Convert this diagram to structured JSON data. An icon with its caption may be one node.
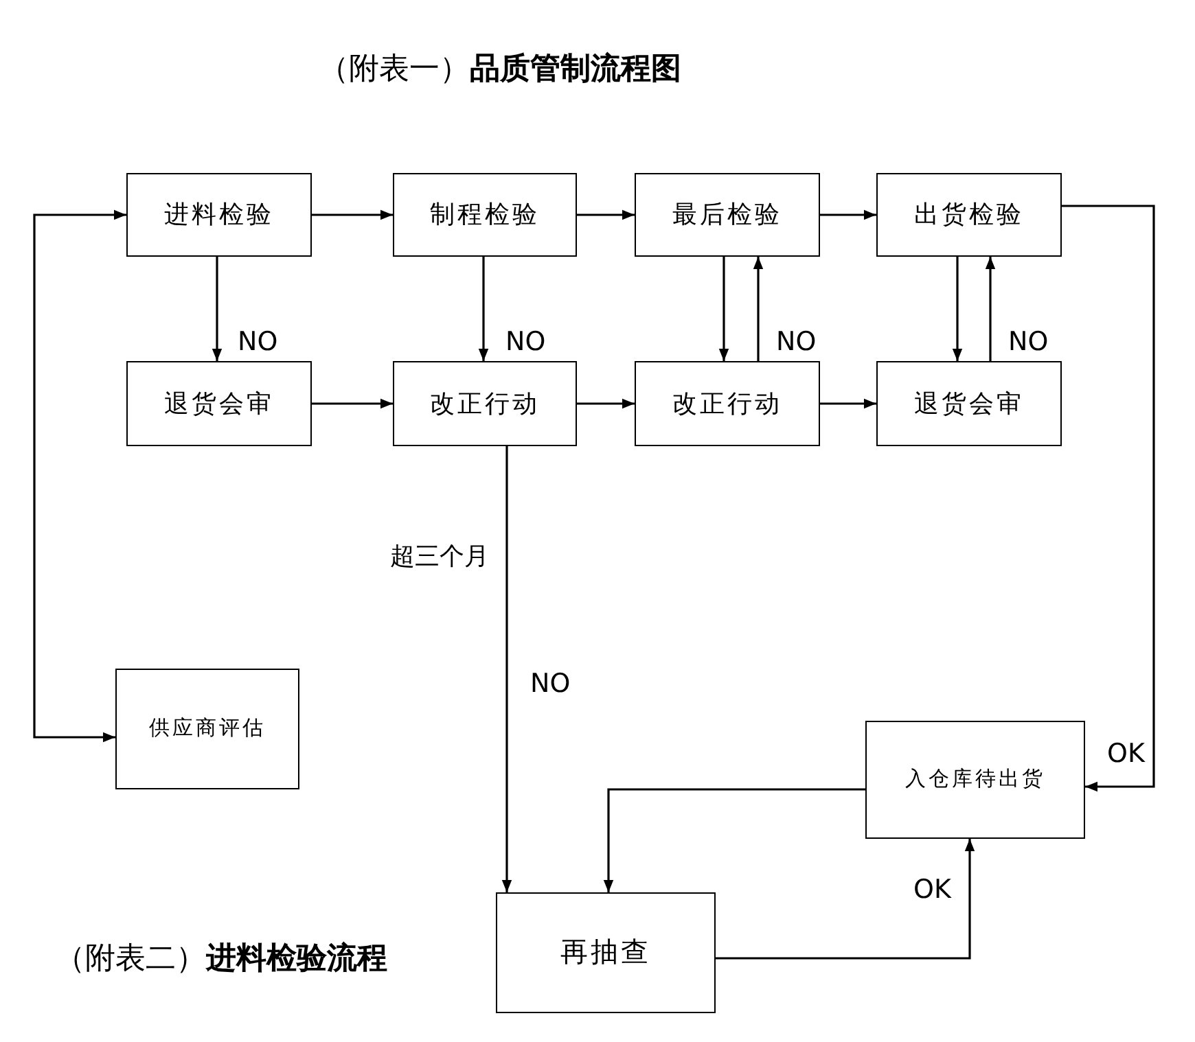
{
  "diagram": {
    "title": "（附表一）**品质管制流程图**",
    "nodes": [
      {
        "text": [
          "进料检验"
        ]
      },
      {
        "text": [
          "制程检验"
        ]
      },
      {
        "text": [
          "最后检验"
        ]
      },
      {
        "text": [
          "出货检验"
        ]
      },
      {
        "text": [
          "退货会审"
        ]
      },
      {
        "text": [
          "改正行动"
        ]
      },
      {
        "text": [
          "改正行动"
        ]
      },
      {
        "text": [
          "退货会审"
        ]
      },
      {
        "text": [
          "供应商评估"
        ]
      },
      {
        "text": [
          "入仓库待出货"
        ]
      },
      {
        "text": [
          "再抽查"
        ]
      }
    ],
    "edges": [
      {
        "from": 0,
        "to": 1,
        "arrow": "to"
      },
      {
        "from": 1,
        "to": 2,
        "arrow": "to"
      },
      {
        "from": 2,
        "to": 3,
        "arrow": "to"
      },
      {
        "from": 0,
        "to": 4,
        "arrow": "to",
        "label": "NO"
      },
      {
        "from": 1,
        "to": 5,
        "arrow": "to",
        "label": "NO"
      },
      {
        "from": 2,
        "to": 6,
        "arrow": "to"
      },
      {
        "from": 6,
        "to": 2,
        "arrow": "to",
        "label": "NO"
      },
      {
        "from": 3,
        "to": 7,
        "arrow": "to"
      },
      {
        "from": 7,
        "to": 3,
        "arrow": "to",
        "label": "NO"
      },
      {
        "from": 4,
        "to": 5,
        "arrow": "to"
      },
      {
        "from": 5,
        "to": 6,
        "arrow": "to"
      },
      {
        "from": 6,
        "to": 7,
        "arrow": "to"
      },
      {
        "from": 5,
        "to": 10,
        "arrow": "to",
        "label": "NO"
      },
      {
        "from": 3,
        "to": 9,
        "arrow": "to",
        "label": "OK"
      },
      {
        "from": 0,
        "to": 8,
        "arrow": "both"
      },
      {
        "from": 9,
        "to": 10,
        "arrow": "to"
      },
      {
        "from": 10,
        "to": 9,
        "arrow": "to",
        "label": "OK"
      }
    ],
    "labels": [
      "超三个月",
      "（附表二）**进料检验流程**"
    ]
  }
}
